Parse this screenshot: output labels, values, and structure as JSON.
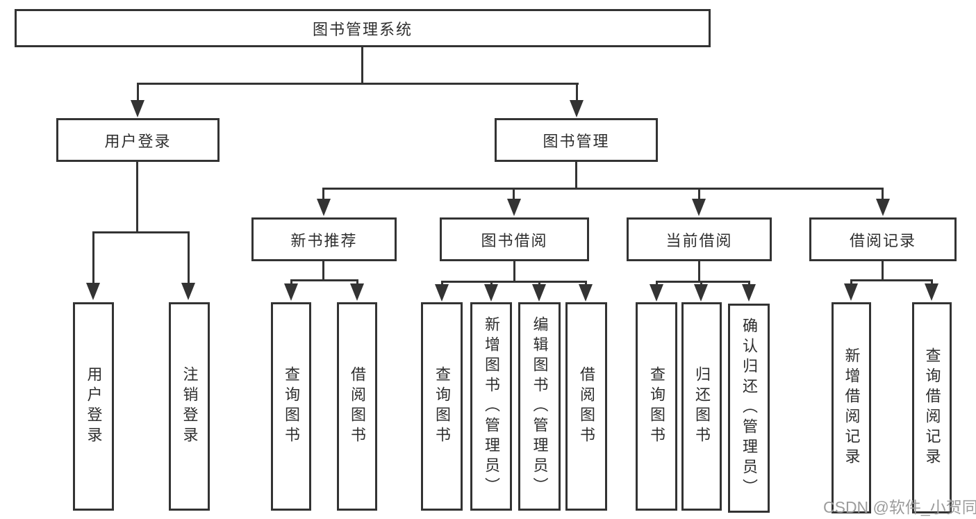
{
  "diagram": {
    "type": "tree",
    "root": {
      "label": "图书管理系统"
    },
    "branches": [
      {
        "label": "用户登录",
        "children": [
          {
            "label": "用户登录"
          },
          {
            "label": "注销登录"
          }
        ]
      },
      {
        "label": "图书管理",
        "children": [
          {
            "label": "新书推荐",
            "children": [
              {
                "label": "查询图书"
              },
              {
                "label": "借阅图书"
              }
            ]
          },
          {
            "label": "图书借阅",
            "children": [
              {
                "label": "查询图书"
              },
              {
                "label": "新增图书（管理员）"
              },
              {
                "label": "编辑图书（管理员）"
              },
              {
                "label": "借阅图书"
              }
            ]
          },
          {
            "label": "当前借阅",
            "children": [
              {
                "label": "查询图书"
              },
              {
                "label": "归还图书"
              },
              {
                "label": "确认归还（管理员）"
              }
            ]
          },
          {
            "label": "借阅记录",
            "children": [
              {
                "label": "新增借阅记录"
              },
              {
                "label": "查询借阅记录"
              }
            ]
          }
        ]
      }
    ],
    "watermark": "CSDN @软件_小贺同学",
    "colors": {
      "line": "#333333",
      "text": "#2e2e2e",
      "watermark": "#9c9c9c",
      "background": "#ffffff"
    }
  }
}
